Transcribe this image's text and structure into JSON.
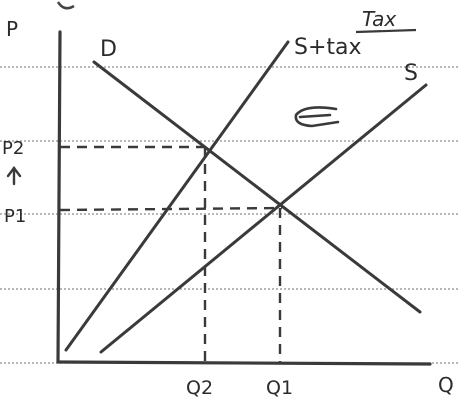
{
  "diagram": {
    "labels": {
      "y_axis": "P",
      "x_axis": "Q",
      "demand": "D",
      "supply": "S",
      "supply_tax": "S+tax",
      "tax_title": "Tax",
      "price_2": "P2",
      "price_1": "P1",
      "quantity_2": "Q2",
      "quantity_1": "Q1"
    },
    "line_color": "#3a3a3a",
    "notebook_line_color": "#8c8c8c"
  }
}
